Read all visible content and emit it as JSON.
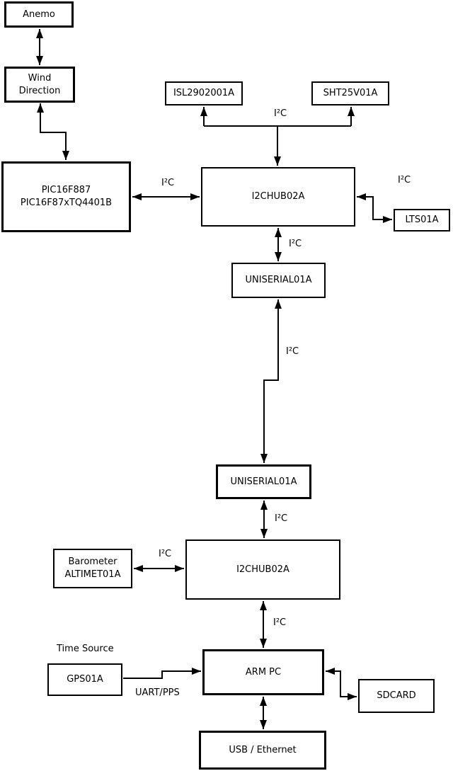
{
  "diagram": {
    "nodes": {
      "anemo": {
        "label": "Anemo"
      },
      "wind": {
        "lines": [
          "Wind",
          "Direction"
        ]
      },
      "pic": {
        "lines": [
          "PIC16F887",
          "PIC16F87xTQ4401B"
        ]
      },
      "isl": {
        "label": "ISL2902001A"
      },
      "sht": {
        "label": "SHT25V01A"
      },
      "hub1": {
        "label": "I2CHUB02A"
      },
      "lts": {
        "label": "LTS01A"
      },
      "uniserial1": {
        "label": "UNISERIAL01A"
      },
      "uniserial2": {
        "label": "UNISERIAL01A"
      },
      "barometer": {
        "lines": [
          "Barometer",
          "ALTIMET01A"
        ]
      },
      "hub2": {
        "label": "I2CHUB02A"
      },
      "gps": {
        "label": "GPS01A"
      },
      "armpc": {
        "label": "ARM PC"
      },
      "sdcard": {
        "label": "SDCARD"
      },
      "usb": {
        "label": "USB / Ethernet"
      }
    },
    "edge_labels": {
      "i2c_pic_hub1": "I²C",
      "i2c_sensor_bus": "I²C",
      "i2c_lts": "I²C",
      "i2c_hub1_uniserial1": "I²C",
      "i2c_uniserial_link": "I²C",
      "i2c_uniserial2_hub2": "I²C",
      "i2c_barometer": "I²C",
      "i2c_hub2_armpc": "I²C",
      "time_source": "Time Source",
      "uart_pps": "UART/PPS"
    },
    "colors": {
      "line": "#000000",
      "background": "#ffffff",
      "box_fill": "#ffffff"
    }
  }
}
